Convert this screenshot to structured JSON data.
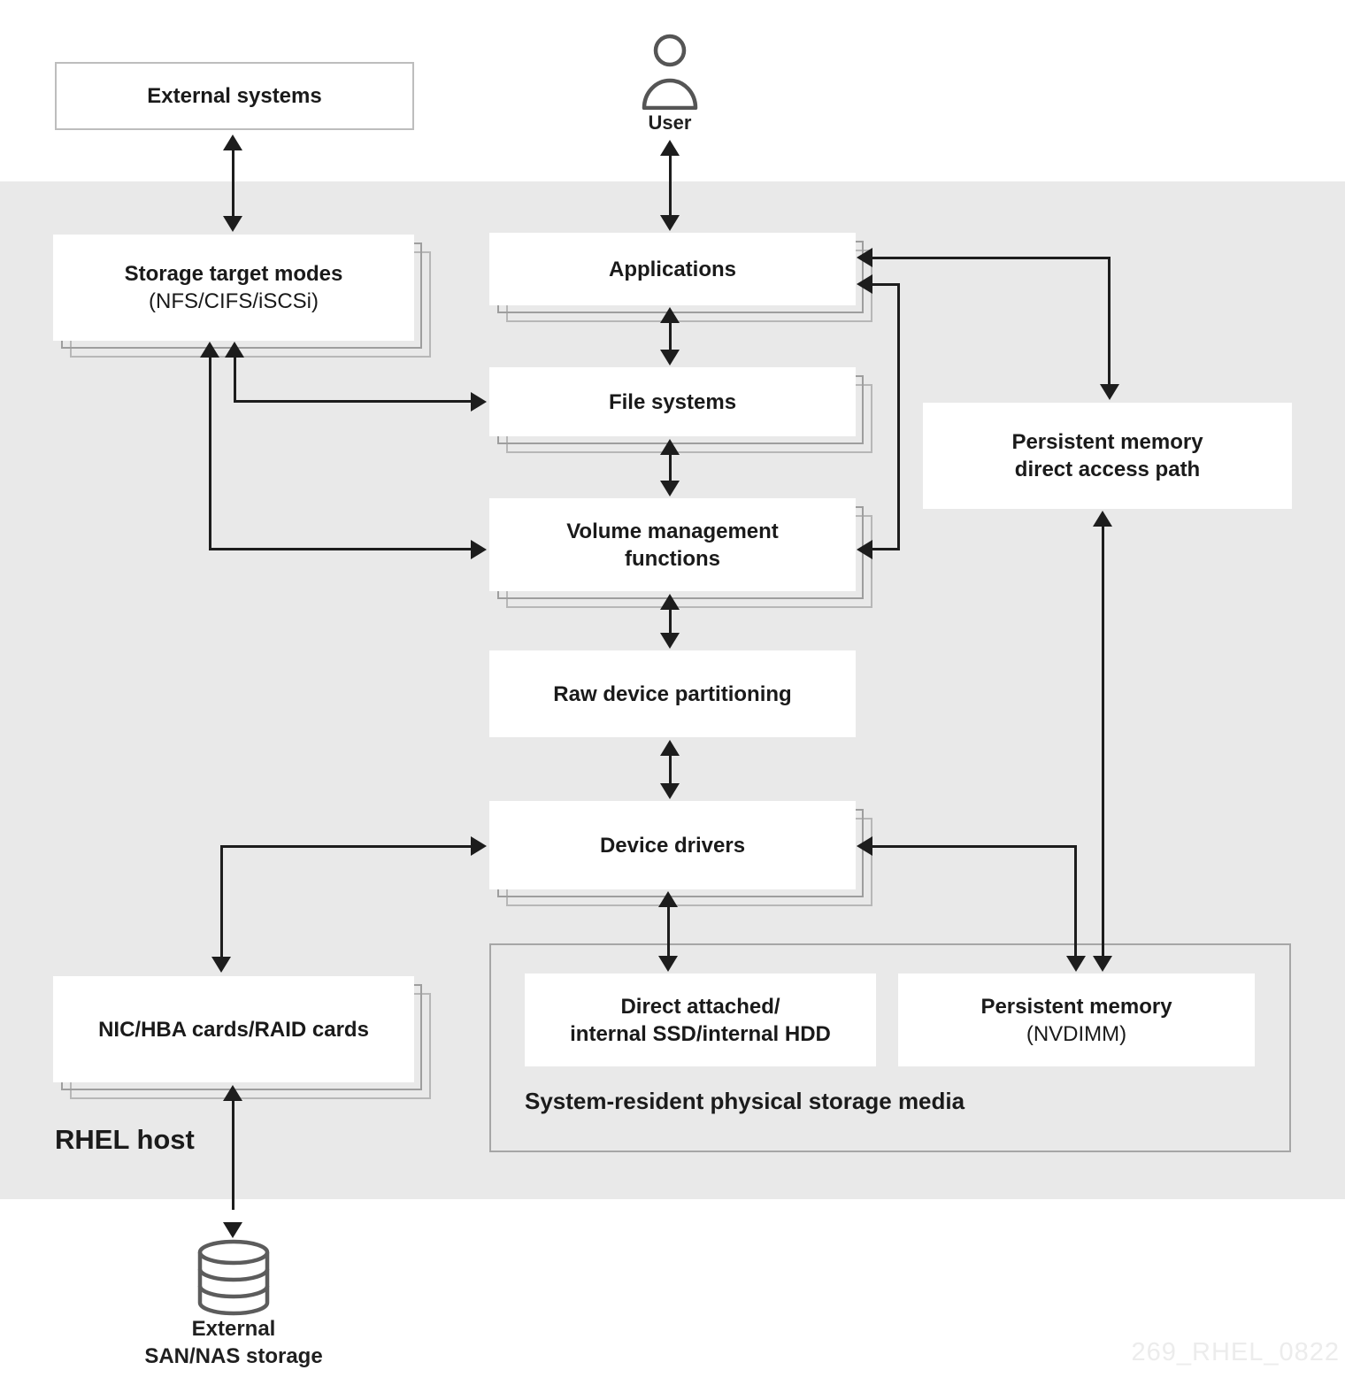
{
  "top": {
    "external_systems": "External systems",
    "user": "User"
  },
  "nodes": {
    "storage_target": {
      "line1": "Storage target modes",
      "line2": "(NFS/CIFS/iSCSi)"
    },
    "applications": {
      "line1": "Applications"
    },
    "file_systems": {
      "line1": "File systems"
    },
    "volume_mgmt": {
      "line1": "Volume management",
      "line2": "functions"
    },
    "raw_device": {
      "line1": "Raw device partitioning"
    },
    "device_drivers": {
      "line1": "Device drivers"
    },
    "pmem_path": {
      "line1": "Persistent memory",
      "line2": "direct access path"
    },
    "nic_hba": {
      "line1": "NIC/HBA cards/RAID cards"
    },
    "direct_attached": {
      "line1": "Direct attached/",
      "line2": "internal SSD/internal HDD"
    },
    "pmem_nvdimm": {
      "line1": "Persistent memory",
      "line2": "(NVDIMM)"
    }
  },
  "labels": {
    "rhel_host": "RHEL host",
    "storage_media": "System-resident physical storage media",
    "external_san_line1": "External",
    "external_san_line2": "SAN/NAS storage",
    "watermark": "269_RHEL_0822"
  },
  "colors": {
    "band_gray": "#e9e9e9",
    "arrow_black": "#1d1d1d",
    "echo_dark": "#9e9e9e",
    "echo_light": "#b7b7b7",
    "box_border": "#bdbdbd",
    "container_border": "#a6a6a6",
    "icon_stroke": "#5c5c5c",
    "watermark_gray": "#ececec"
  }
}
